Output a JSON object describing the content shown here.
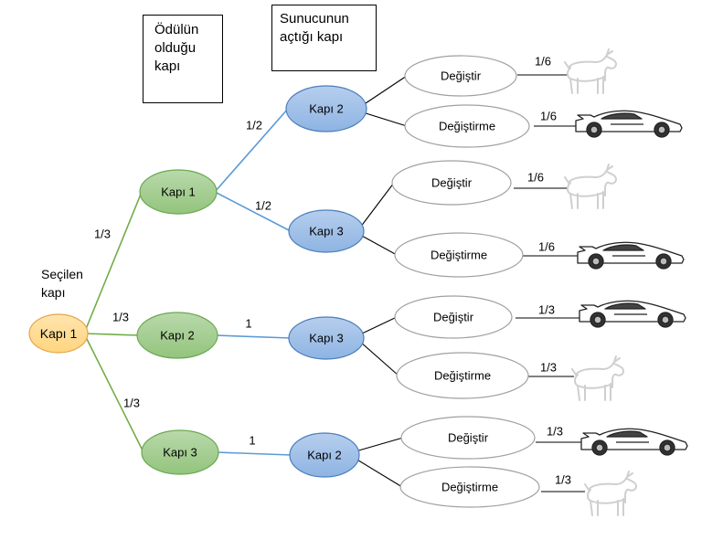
{
  "legend": {
    "prize_door": "Ödülün\nolduğu\nkapı",
    "host_door": "Sunucunun\naçtığı kapı",
    "chosen_door": "Seçilen\nkapı"
  },
  "root": {
    "label": "Kapı 1"
  },
  "prize_nodes": [
    {
      "label": "Kapı 1",
      "prob": "1/3"
    },
    {
      "label": "Kapı 2",
      "prob": "1/3"
    },
    {
      "label": "Kapı 3",
      "prob": "1/3"
    }
  ],
  "host_nodes": [
    {
      "label": "Kapı 2",
      "prob": "1/2"
    },
    {
      "label": "Kapı 3",
      "prob": "1/2"
    },
    {
      "label": "Kapı 3",
      "prob": "1"
    },
    {
      "label": "Kapı 2",
      "prob": "1"
    }
  ],
  "choice_nodes": [
    {
      "label": "Değiştir",
      "prob": "1/6",
      "outcome": "goat-icon"
    },
    {
      "label": "Değiştirme",
      "prob": "1/6",
      "outcome": "car-icon"
    },
    {
      "label": "Değiştir",
      "prob": "1/6",
      "outcome": "goat-icon"
    },
    {
      "label": "Değiştirme",
      "prob": "1/6",
      "outcome": "car-icon"
    },
    {
      "label": "Değiştir",
      "prob": "1/3",
      "outcome": "car-icon"
    },
    {
      "label": "Değiştirme",
      "prob": "1/3",
      "outcome": "goat-icon"
    },
    {
      "label": "Değiştir",
      "prob": "1/3",
      "outcome": "car-icon"
    },
    {
      "label": "Değiştirme",
      "prob": "1/3",
      "outcome": "goat-icon"
    }
  ],
  "colors": {
    "root_fill": "#FFD580",
    "root_stroke": "#E3A64A",
    "prize_fill": "#93C47D",
    "prize_stroke": "#6AA84F",
    "host_fill": "#8EB4E3",
    "host_stroke": "#4A7EBB",
    "green_edge": "#70AD47",
    "blue_edge": "#5B9BD5",
    "choice_stroke": "#A0A0A0",
    "icon_gray": "#CFCFCF"
  }
}
